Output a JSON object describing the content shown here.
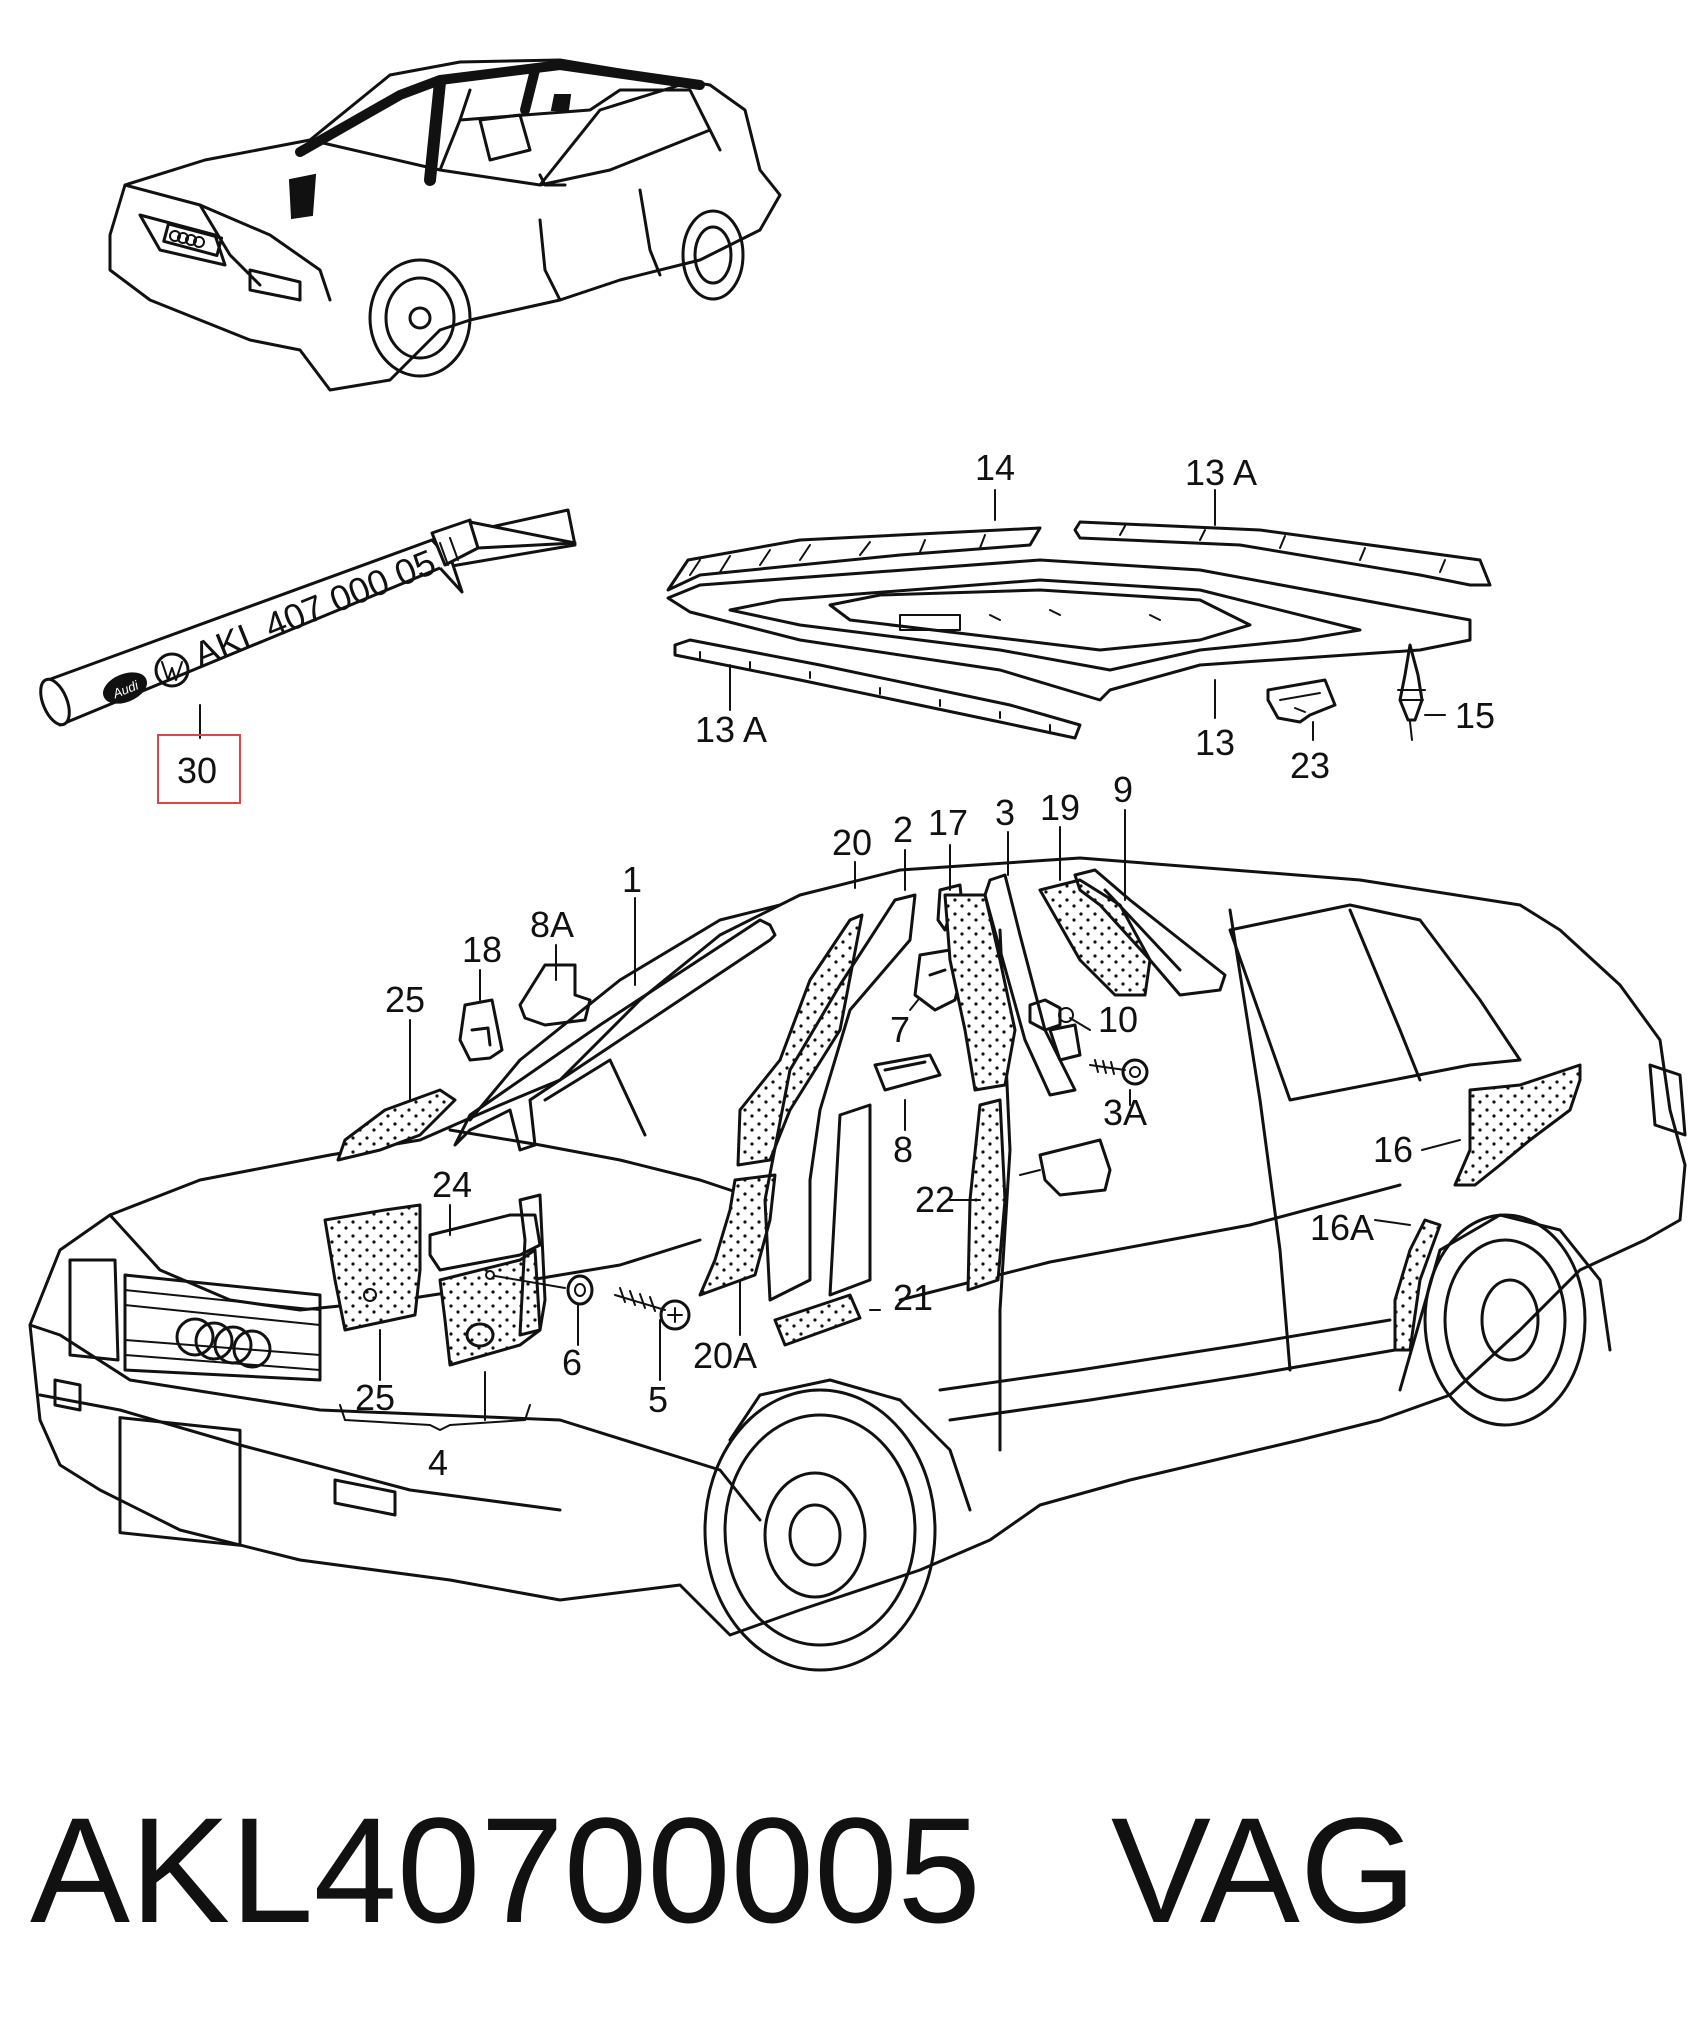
{
  "tube_label": "AKL 407 000 05",
  "tube_logo": "Audi",
  "highlighted_callout": "30",
  "callouts": [
    "14",
    "13 A",
    "13 A",
    "13",
    "23",
    "15",
    "20",
    "2",
    "17",
    "3",
    "19",
    "9",
    "1",
    "8A",
    "18",
    "25",
    "10",
    "7",
    "3A",
    "8",
    "22",
    "16",
    "16A",
    "24",
    "6",
    "5",
    "21",
    "20A",
    "25",
    "4"
  ],
  "caption": {
    "part_number": "AKL40700005",
    "brand": "VAG"
  },
  "colors": {
    "line": "#111111",
    "highlight_box": "#e04545",
    "background": "#ffffff"
  }
}
